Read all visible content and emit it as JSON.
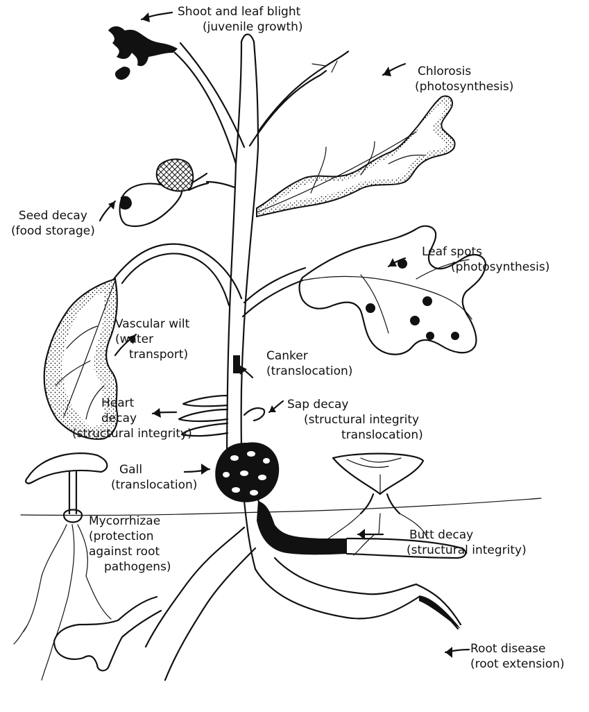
{
  "labels": {
    "shoot_blight": [
      "Shoot and leaf blight",
      "(juvenile growth)"
    ],
    "chlorosis": [
      "Chlorosis",
      "(photosynthesis)"
    ],
    "seed_decay": [
      "Seed decay",
      "(food storage)"
    ],
    "leaf_spots": [
      "Leaf spots",
      "(photosynthesis)"
    ],
    "vascular_wilt": [
      "Vascular wilt",
      "(water",
      "transport)"
    ],
    "canker": [
      "Canker",
      "(translocation)"
    ],
    "heart_decay": [
      "Heart",
      "decay",
      "(structural integrity)"
    ],
    "sap_decay": [
      "Sap decay",
      "(structural integrity",
      "translocation)"
    ],
    "gall": [
      "Gall",
      "(translocation)"
    ],
    "mycorrhizae": [
      "Mycorrhizae",
      "(protection",
      "against root",
      "pathogens)"
    ],
    "butt_decay": [
      "Butt decay",
      "(structural integrity)"
    ],
    "root_disease": [
      "Root disease",
      "(root extension)"
    ]
  },
  "colors": {
    "ink": "#111111",
    "background": "#ffffff"
  }
}
